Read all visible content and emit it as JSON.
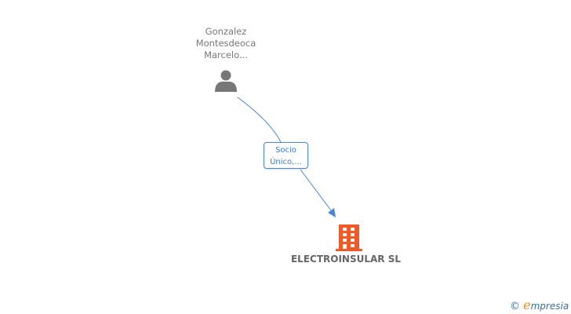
{
  "person": {
    "name_lines": [
      "Gonzalez",
      "Montesdeoca",
      "Marcelo..."
    ],
    "icon": "person-icon"
  },
  "relation": {
    "lines": [
      "Socio",
      "Único,..."
    ],
    "color": "#4a86d8"
  },
  "company": {
    "name": "ELECTROINSULAR SL",
    "icon": "building-icon",
    "color": "#f05a28"
  },
  "footer": {
    "copyright": "©",
    "brand_e": "e",
    "brand_rest": "mpresia"
  }
}
